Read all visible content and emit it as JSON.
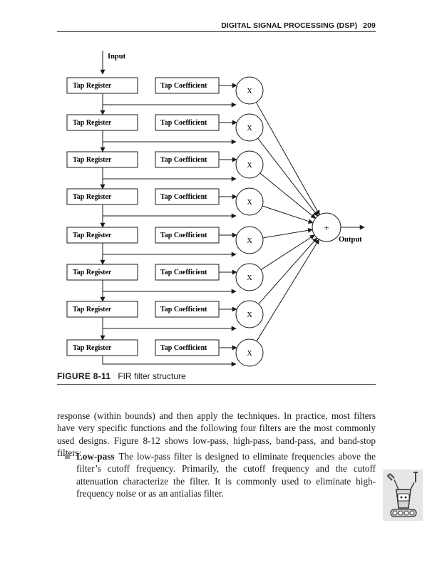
{
  "header": {
    "title": "DIGITAL SIGNAL PROCESSING (DSP)",
    "page_number": "209"
  },
  "figure": {
    "input_label": "Input",
    "output_label": "Output",
    "register_label": "Tap Register",
    "coefficient_label": "Tap Coefficient",
    "multiplier_symbol": "X",
    "adder_symbol": "+",
    "tap_count": 8,
    "caption_number": "FIGURE 8-11",
    "caption_text": "FIR filter structure"
  },
  "body": {
    "paragraph": "response (within bounds) and then apply the techniques. In practice, most filters have very specific functions and the following four filters are the most commonly used designs. Figure 8-12 shows low-pass, high-pass, band-pass, and band-stop filters:",
    "bullets": [
      {
        "term": "Low-pass",
        "text": "The low-pass filter is designed to eliminate frequencies above the filter’s cutoff frequency. Primarily, the cutoff frequency and the cutoff attenuation characterize the filter. It is commonly used to eliminate high-frequency noise or as an antialias filter."
      }
    ]
  },
  "colors": {
    "ink": "#1a1a1a",
    "rule": "#444444",
    "bullet": "#9a9a9a"
  },
  "icons": {
    "margin_icon": "robot-icon",
    "bullet_icon": "square-bullet-icon"
  }
}
